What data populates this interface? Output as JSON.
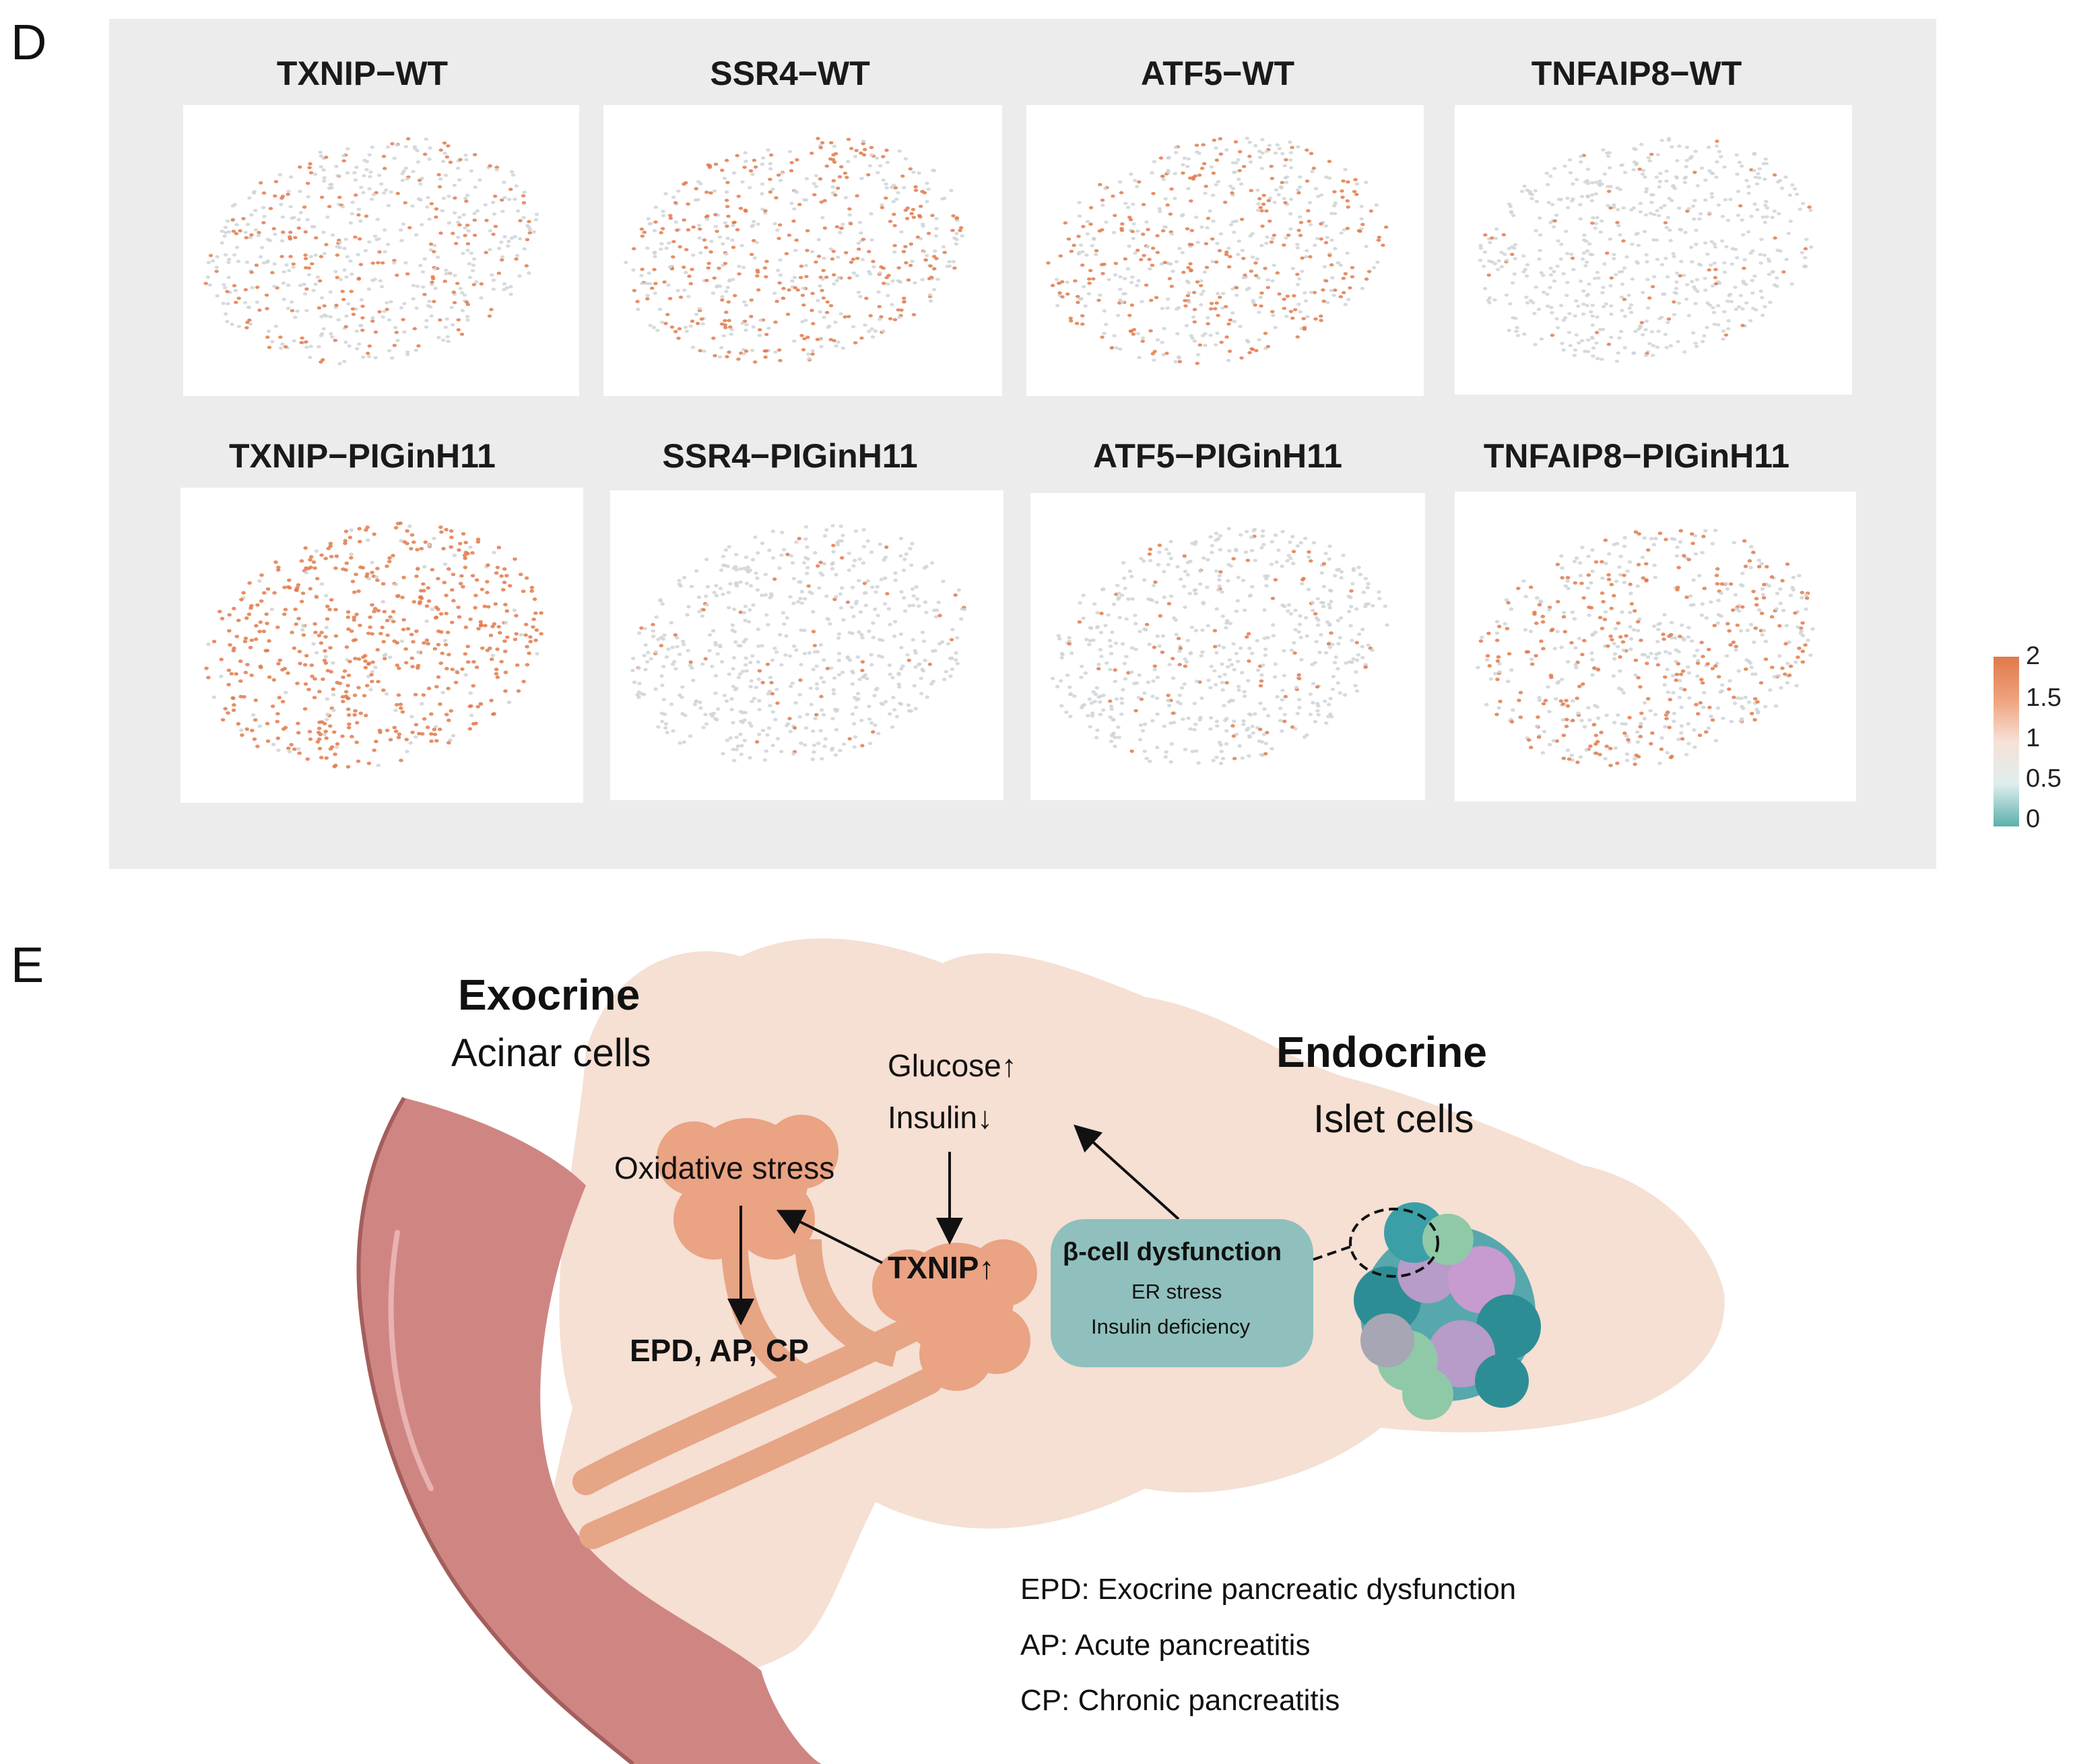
{
  "panel_d": {
    "letter": "D",
    "titles": [
      "TXNIP−WT",
      "SSR4−WT",
      "ATF5−WT",
      "TNFAIP8−WT",
      "TXNIP−PIGinH11",
      "SSR4−PIGinH11",
      "ATF5−PIGinH11",
      "TNFAIP8−PIGinH11"
    ],
    "expression_level": [
      0.35,
      0.5,
      0.45,
      0.08,
      0.85,
      0.08,
      0.12,
      0.45
    ],
    "legend": {
      "ticks": [
        "2",
        "1.5",
        "1",
        "0.5",
        "0"
      ],
      "colors": {
        "high": "#e07a4c",
        "mid": "#f6e1d7",
        "low": "#5bb0ac"
      }
    }
  },
  "panel_e": {
    "letter": "E",
    "exocrine_title": "Exocrine",
    "exocrine_sub": "Acinar cells",
    "endocrine_title": "Endocrine",
    "endocrine_sub": "Islet cells",
    "glucose": "Glucose↑",
    "insulin": "Insulin↓",
    "oxidative": "Oxidative stress",
    "txnip": "TXNIP↑",
    "epd_ap_cp": "EPD, AP, CP",
    "beta_title": "β-cell dysfunction",
    "beta_line1": "ER stress",
    "beta_line2": "Insulin deficiency",
    "abbrev": [
      "EPD: Exocrine pancreatic dysfunction",
      "AP: Acute pancreatitis",
      "CP: Chronic pancreatitis"
    ]
  }
}
